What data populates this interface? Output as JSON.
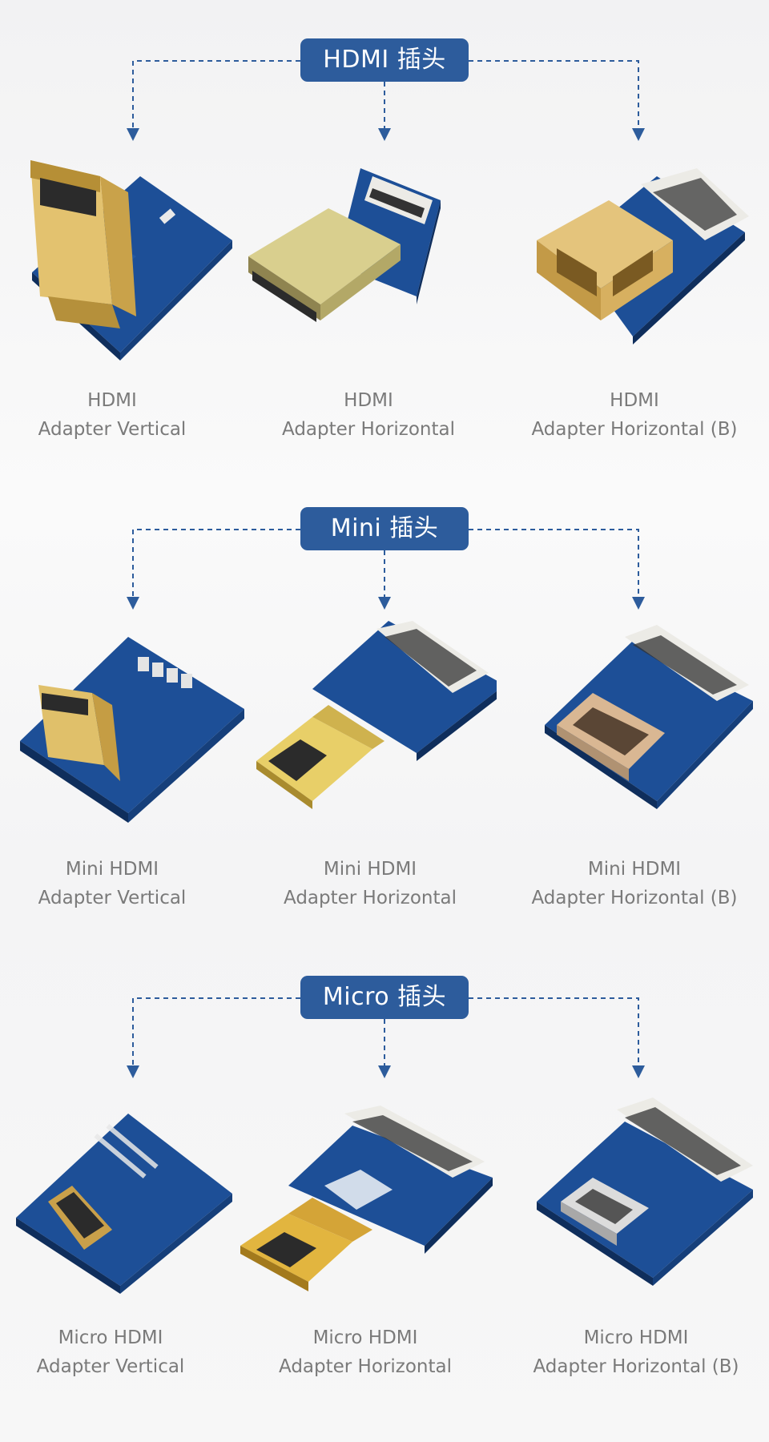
{
  "sections": [
    {
      "badge": "HDMI 插头",
      "products": [
        {
          "line1": "HDMI",
          "line2": "Adapter Vertical"
        },
        {
          "line1": "HDMI",
          "line2": "Adapter Horizontal"
        },
        {
          "line1": "HDMI",
          "line2": "Adapter Horizontal (B)"
        }
      ]
    },
    {
      "badge": "Mini 插头",
      "products": [
        {
          "line1": "Mini HDMI",
          "line2": "Adapter Vertical"
        },
        {
          "line1": "Mini HDMI",
          "line2": "Adapter Horizontal"
        },
        {
          "line1": "Mini HDMI",
          "line2": "Adapter Horizontal (B)"
        }
      ]
    },
    {
      "badge": "Micro 插头",
      "products": [
        {
          "line1": "Micro HDMI",
          "line2": "Adapter Vertical"
        },
        {
          "line1": "Micro HDMI",
          "line2": "Adapter Horizontal"
        },
        {
          "line1": "Micro HDMI",
          "line2": "Adapter Horizontal (B)"
        }
      ]
    }
  ],
  "colors": {
    "badge": "#2d5c9c",
    "pcb": "#1d4f97",
    "gold": "#d9b45a",
    "label": "#7a7a7a"
  }
}
